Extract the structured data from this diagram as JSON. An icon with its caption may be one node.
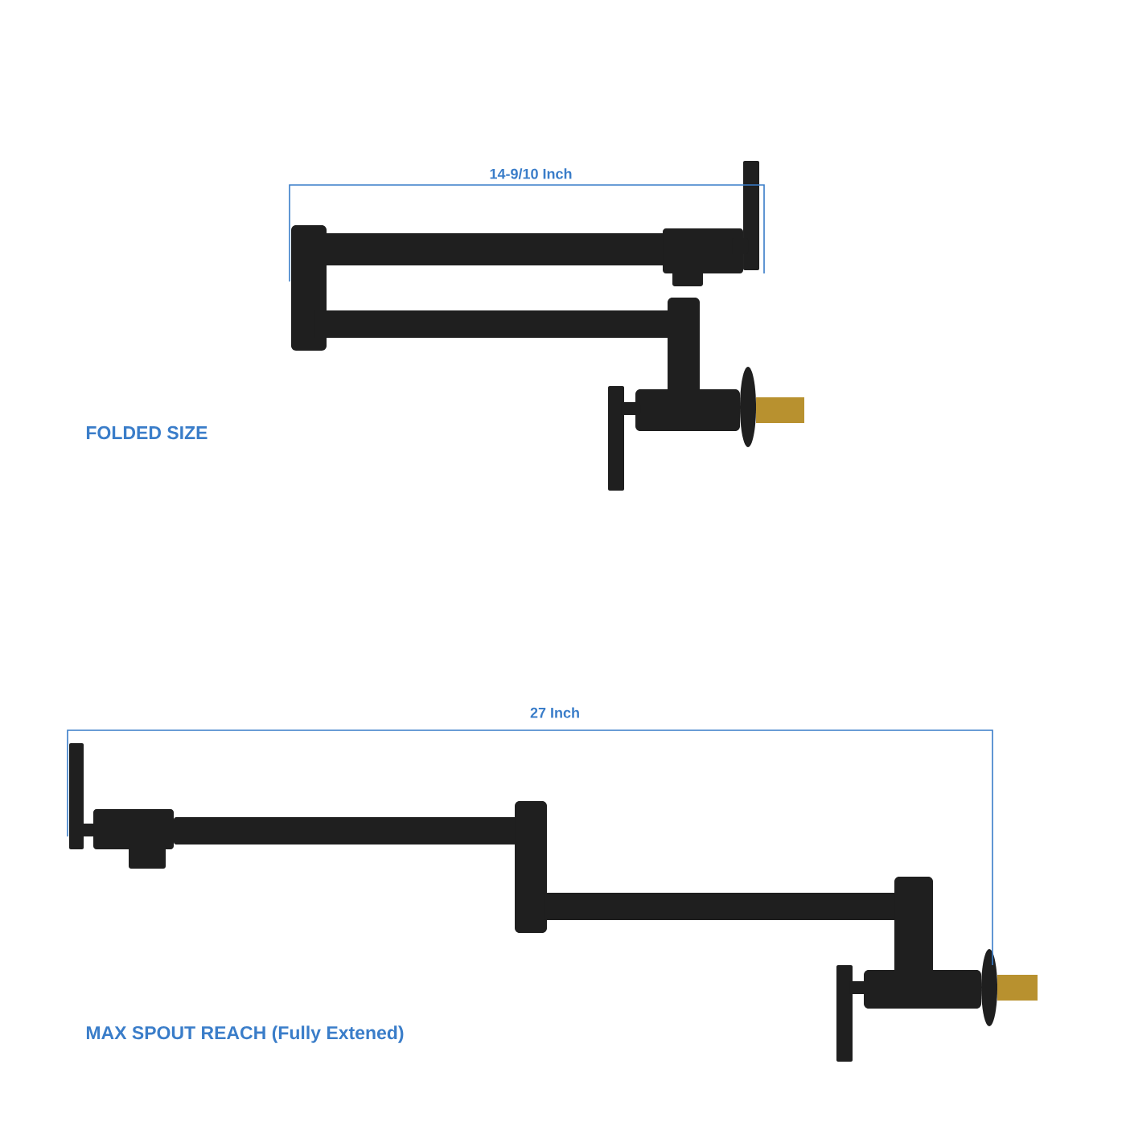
{
  "diagram": {
    "labels": [
      "14-9/10 Inch",
      "FOLDED SIZE",
      "27 Inch",
      "MAX SPOUT REACH (Fully Extened)"
    ]
  }
}
